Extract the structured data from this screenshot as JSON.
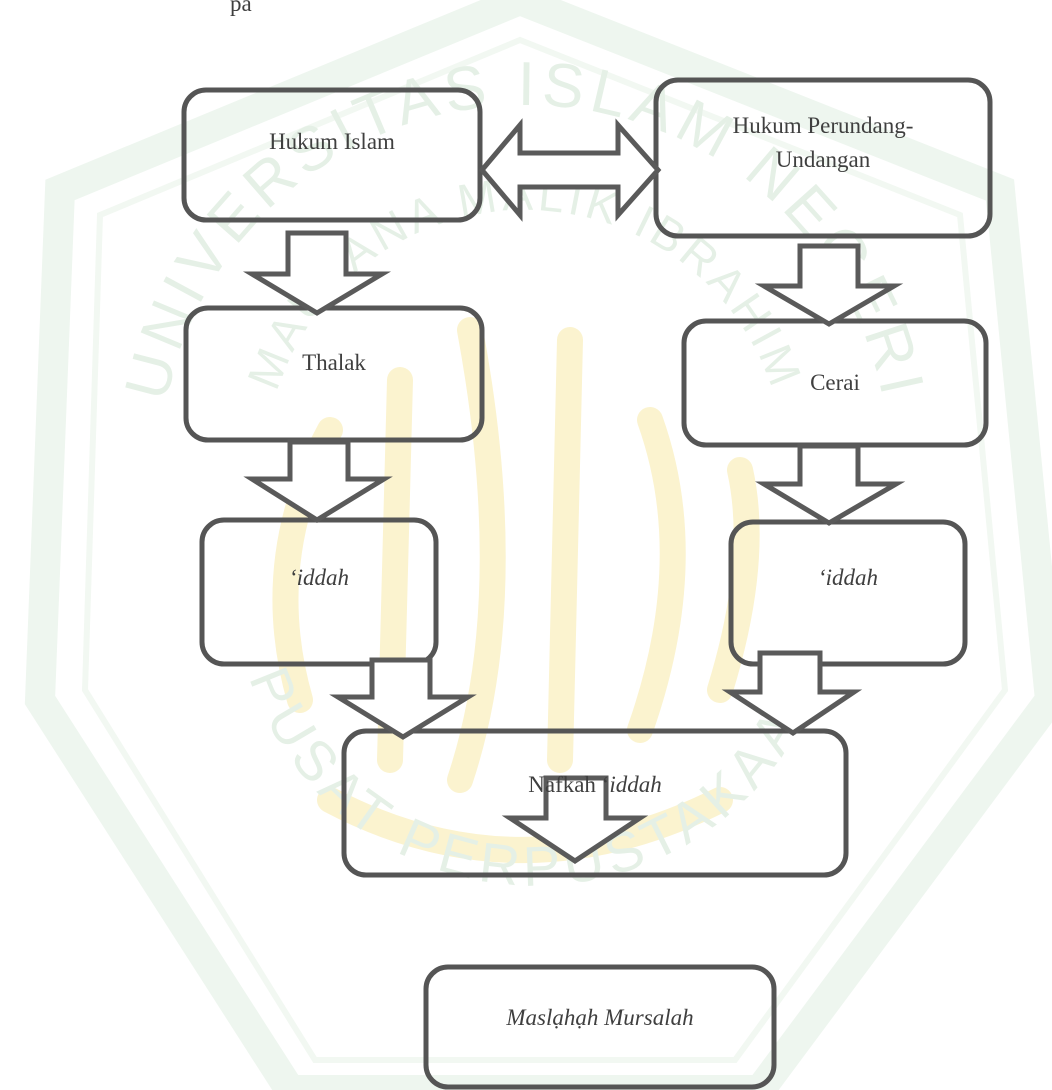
{
  "top_fragment": "pa",
  "nodes": {
    "hukum_islam": "Hukum Islam",
    "hukum_perundang_line1": "Hukum Perundang-",
    "hukum_perundang_line2": "Undangan",
    "thalak": "Thalak",
    "cerai": "Cerai",
    "iddah_left": "‘iddah",
    "iddah_right": "‘iddah",
    "nafkah_prefix": "Nafkah ‘",
    "nafkah_italic": "iddah",
    "maslahah": "Maslạhạh Mursalah"
  },
  "watermark": {
    "outer_ring": "UNIVERSITAS ISLAM NEGERI",
    "inner_ring": "MAULANA MALIK IBRAHIM",
    "bottom_ring": "PUSAT PERPUSTAKAAN",
    "ring_color": "#eef6ef",
    "text_color": "#e5f0e6",
    "emblem_color": "#fbf3cf"
  },
  "colors": {
    "stroke": "#555555",
    "arrow_stroke": "#5a5a5a",
    "text": "#3f3f3f"
  }
}
